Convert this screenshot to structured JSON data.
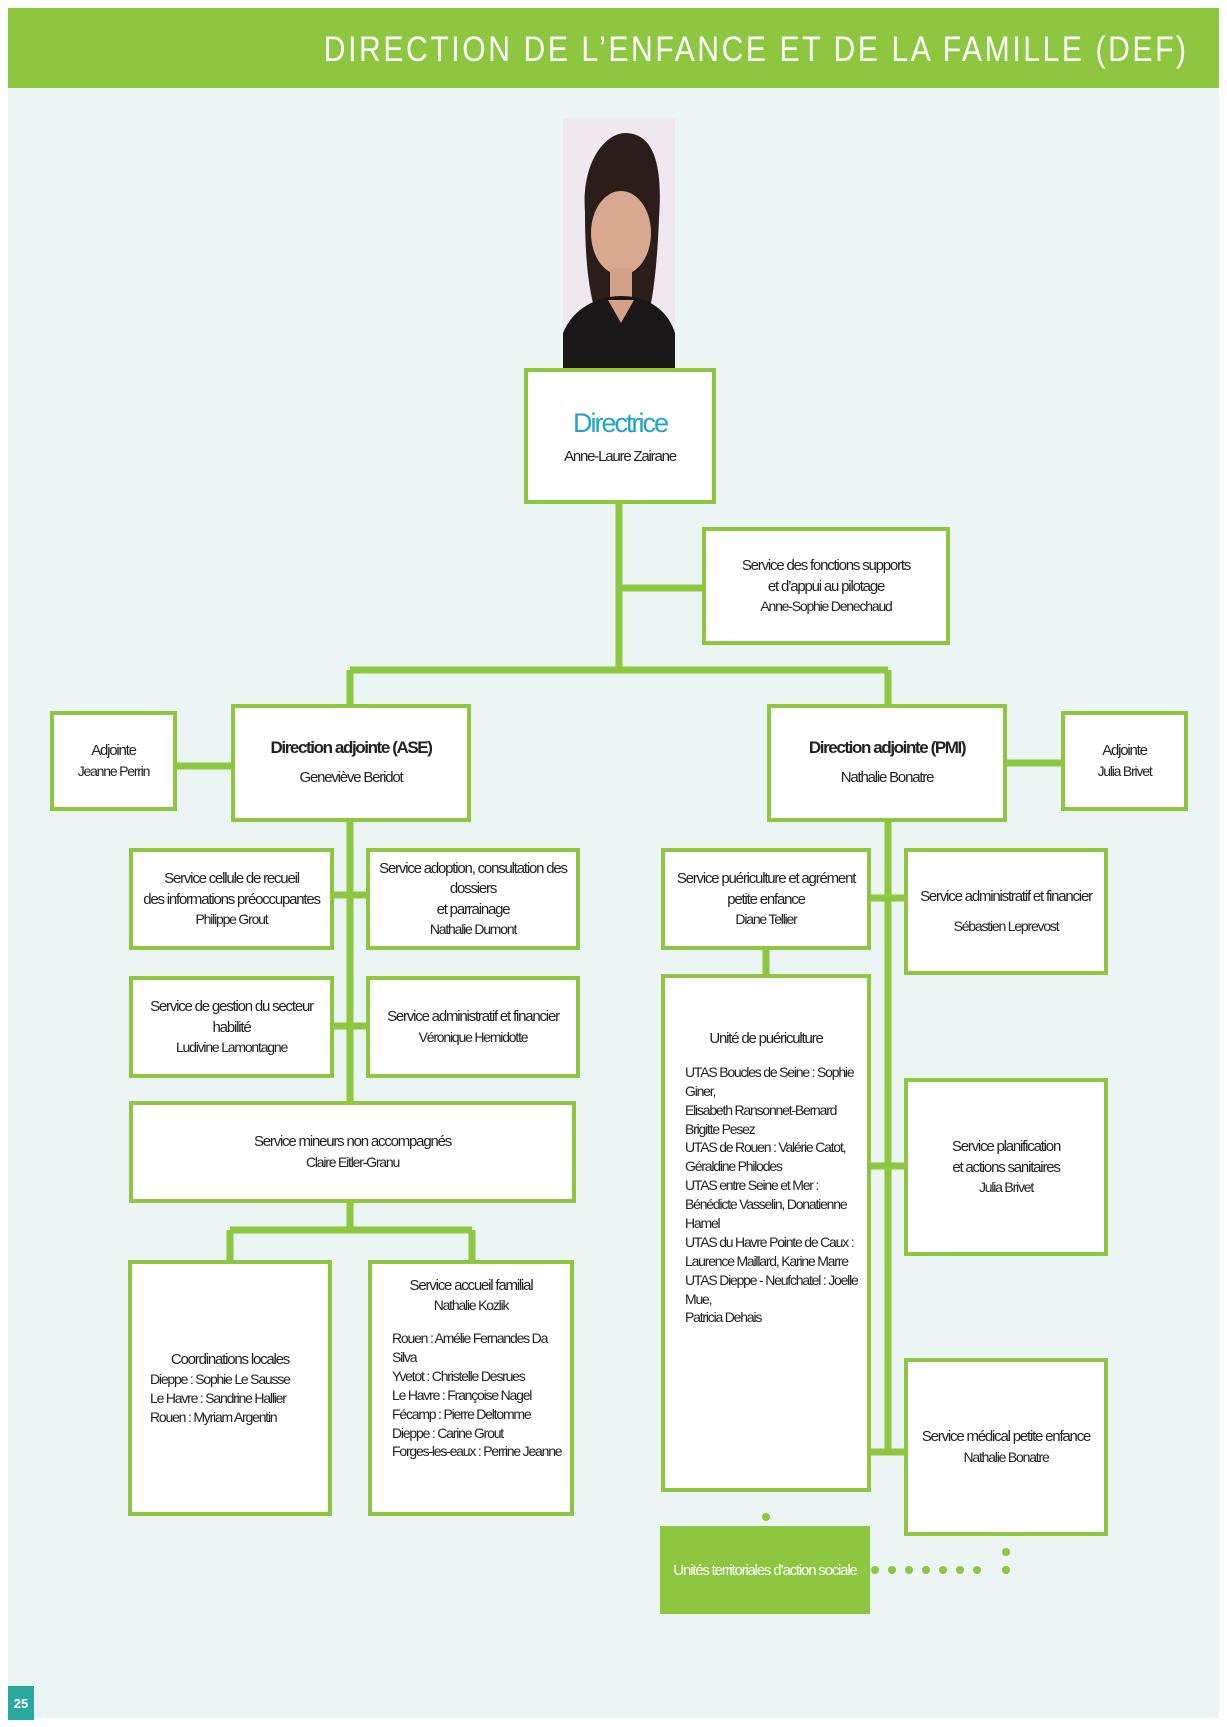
{
  "header": {
    "title": "DIRECTION DE L’ENFANCE ET DE LA FAMILLE (DEF)"
  },
  "page_number": "25",
  "directrice": {
    "role": "Directrice",
    "name": "Anne-Laure Zairane"
  },
  "fonctions_supports": {
    "line1": "Service des fonctions supports",
    "line2": "et d’appui au pilotage",
    "name": "Anne-Sophie Denechaud"
  },
  "ase": {
    "title": "Direction adjointe (ASE)",
    "name": "Geneviève Beridot",
    "adjointe": {
      "title": "Adjointe",
      "name": "Jeanne Perrin"
    },
    "cellule": {
      "line1": "Service cellule de recueil",
      "line2": "des informations préoccupantes",
      "name": "Philippe Grout"
    },
    "adoption": {
      "line1": "Service adoption, consultation des dossiers",
      "line2": "et parrainage",
      "name": "Nathalie Dumont"
    },
    "habilite": {
      "line1": "Service de gestion du secteur habilité",
      "name": "Ludivine Lamontagne"
    },
    "admin": {
      "line1": "Service administratif et financier",
      "name": "Véronique Hemidotte"
    },
    "mineurs": {
      "line1": "Service mineurs non accompagnés",
      "name": "Claire Eitler-Granu"
    },
    "coordinations": {
      "title": "Coordinations locales",
      "lines": [
        "Dieppe : Sophie Le Sausse",
        "Le Havre : Sandrine Hallier",
        "Rouen : Myriam Argentin"
      ]
    },
    "accueil": {
      "title": "Service accueil familial",
      "name": "Nathalie Kozlik",
      "lines": [
        "Rouen : Amélie Fernandes Da Silva",
        "Yvetot : Christelle Desrues",
        "Le Havre : Françoise Nagel",
        "Fécamp : Pierre Deltomme",
        "Dieppe : Carine Grout",
        "Forges-les-eaux : Perrine Jeanne"
      ]
    }
  },
  "pmi": {
    "title": "Direction adjointe (PMI)",
    "name": "Nathalie Bonatre",
    "adjointe": {
      "title": "Adjointe",
      "name": "Julia Brivet"
    },
    "puericulture_agrement": {
      "line1": "Service puériculture et agrément",
      "line2": "petite enfance",
      "name": "Diane Tellier"
    },
    "admin": {
      "line1": "Service administratif et financier",
      "name": "Sébastien Leprevost"
    },
    "unite": {
      "title": "Unité de puériculture",
      "lines": [
        "UTAS Boucles de Seine : Sophie Giner,",
        "Elisabeth Ransonnet-Bernard",
        "Brigitte Pesez",
        "UTAS de Rouen : Valérie Catot,",
        "Géraldine Philodes",
        "UTAS entre Seine et Mer :",
        "Bénédicte Vasselin, Donatienne Hamel",
        "UTAS du Havre Pointe de Caux :",
        "Laurence Maillard, Karine Marre",
        "UTAS Dieppe - Neufchatel : Joelle Mue,",
        "Patricia Dehais"
      ]
    },
    "planification": {
      "line1": "Service planification",
      "line2": "et actions sanitaires",
      "name": "Julia Brivet"
    },
    "medical": {
      "line1": "Service médical petite enfance",
      "name": "Nathalie Bonatre"
    }
  },
  "utas_label": "Unités territoriales d’action sociale",
  "colors": {
    "green": "#8dc63f",
    "teal": "#1fa3c6",
    "background": "#eaf5f4",
    "page_badge": "#2aa8a0"
  }
}
